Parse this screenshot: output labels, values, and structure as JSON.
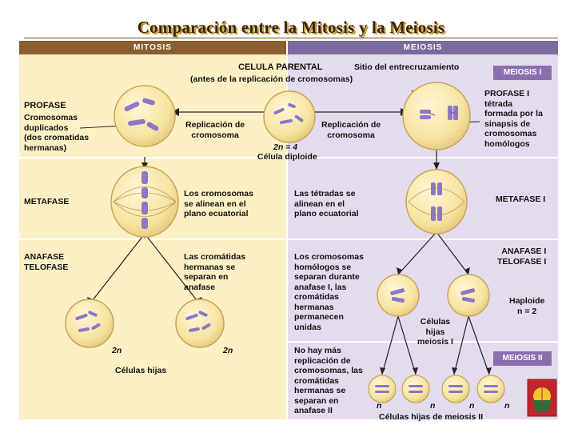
{
  "title": "Comparación entre la Mitosis y la Meiosis",
  "headers": {
    "mitosis": "MITOSIS",
    "meiosis": "MEIOSIS"
  },
  "labels": {
    "parent_cell": "CELULA PARENTAL",
    "parent_cell_sub": "(antes de la replicación de cromosomas)",
    "crossover_site": "Sitio del entrecruzamiento",
    "meiosis1_box": "MEIOSIS I",
    "meiosis2_box": "MEIOSIS II",
    "prophase": "PROFASE",
    "prophase_desc": "Cromosomas\nduplicados\n(dos cromatidas\nhermanas)",
    "prophase1": "PROFASE I\ntétrada\nformada por la\nsinapsis de\ncromosomas\nhomólogos",
    "replication_left": "Replicación de\ncromosoma",
    "replication_right": "Replicación de\ncromosoma",
    "diploid_count": "2n = 4",
    "diploid_cell": "Célula diploide",
    "metaphase": "METAFASE",
    "metaphase_desc": "Los cromosomas\nse alinean en el\nplano ecuatorial",
    "tetrads_desc": "Las tétradas se\nalinean en el\nplano ecuatorial",
    "metaphase1": "METAFASE I",
    "anaphase": "ANAFASE\nTELOFASE",
    "anaphase_desc": "Las cromátidas\nhermanas se\nseparan en\nanafase",
    "homologs_desc": "Los cromosomas\nhomólogos se\nseparan durante\nanafase I, las\ncromátidas\nhermanas\npermanecen\nunidas",
    "anaphase1": "ANAFASE I\nTELOFASE I",
    "haploid": "Haploide\nn = 2",
    "daughter_meiosis1": "Células\nhijas\nmeiosis I",
    "no_more_replication": "No hay más\nreplicación de\ncromosomas, las\ncromátidas\nhermanas se\nseparan en\nanafase II",
    "daughter_cells": "Células hijas",
    "daughter_meiosis2": "Células hijas de meiosis II",
    "two_n_left": "2n",
    "two_n_right": "2n",
    "n1": "n",
    "n2": "n",
    "n3": "n",
    "n4": "n"
  },
  "colors": {
    "mitosis_bg": "#fdf0c4",
    "meiosis_bg": "#e4dcee",
    "cell_fill": "#f7e6a3",
    "cell_edge": "#d2b160",
    "chromosome": "#8d78c4",
    "header_mitosis": "#8b5e2d",
    "header_meiosis": "#7a6a9e",
    "label_box": "#8a6fb0"
  }
}
